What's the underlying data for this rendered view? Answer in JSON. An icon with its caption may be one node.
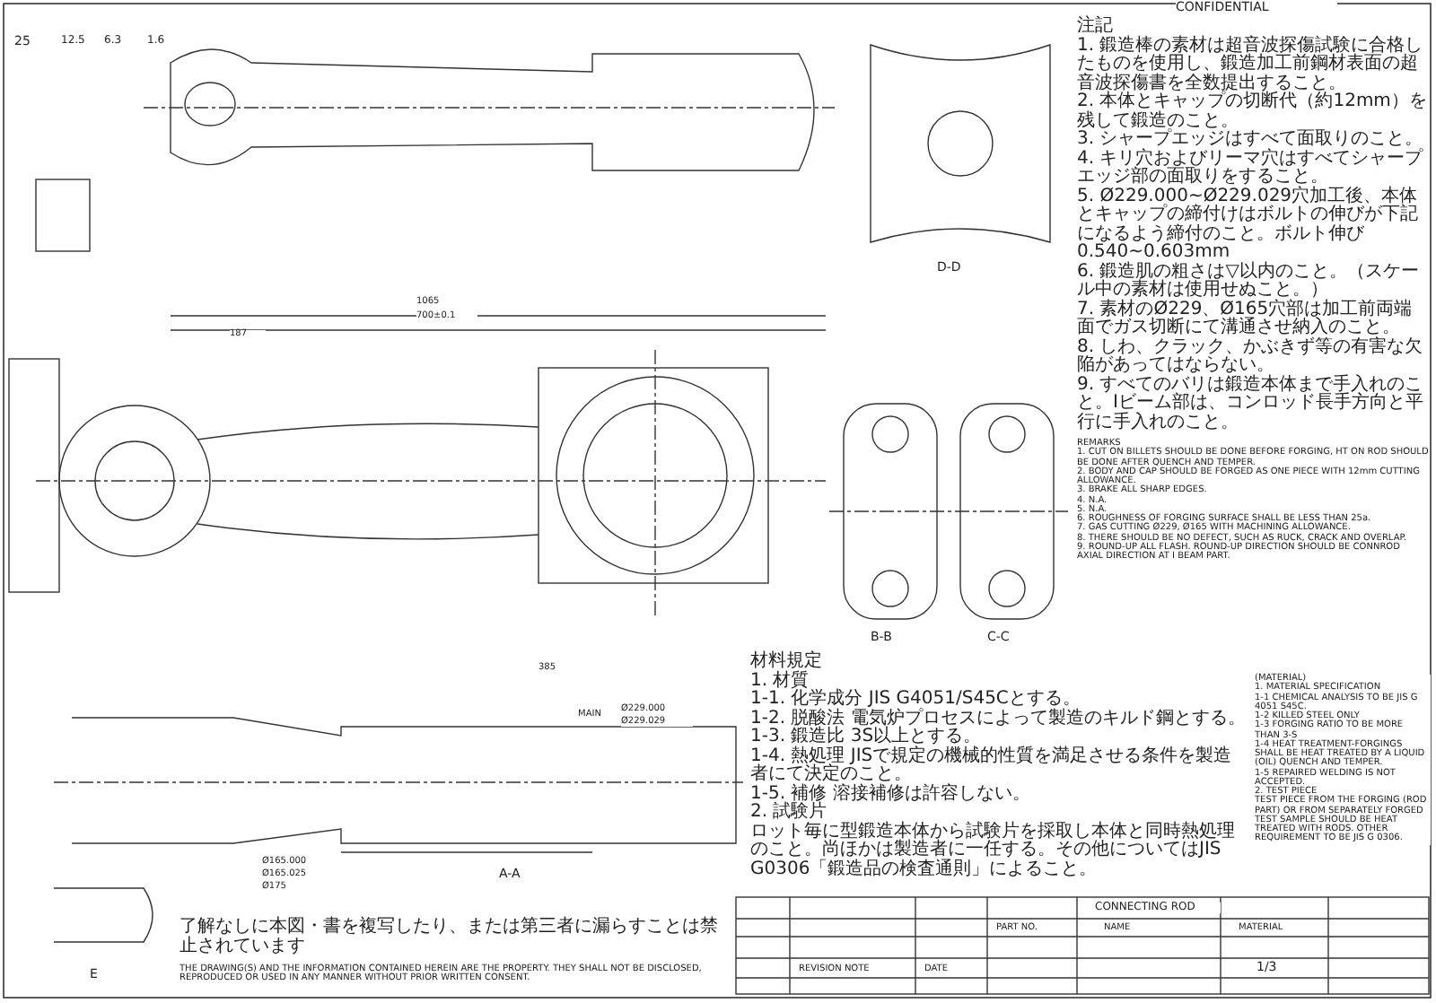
{
  "diagram": {
    "labels": [
      "25",
      "12.5",
      "6.3",
      "1.6",
      "CONFIDENTIAL",
      "注記",
      "1. 鍛造棒の素材は超音波探傷試験に合格したものを使用し、鍛造加工前鋼材表面の超音波探傷書を全数提出すること。",
      "2. 本体とキャップの切断代（約12mm）を残して鍛造のこと。",
      "3. シャープエッジはすべて面取りのこと。",
      "4. キリ穴およびリーマ穴はすべてシャープエッジ部の面取りをすること。",
      "5. Ø229.000~Ø229.029穴加工後、本体とキャップの締付けはボルトの伸びが下記になるよう締付のこと。ボルト伸び 0.540~0.603mm",
      "6. 鍛造肌の粗さは▽以内のこと。（スケール中の素材は使用せぬこと。）",
      "7. 素材のØ229、Ø165穴部は加工前両端面でガス切断にて溝通させ納入のこと。",
      "8. しわ、クラック、かぶきず等の有害な欠陥があってはならない。",
      "9. すべてのバリは鍛造本体まで手入れのこと。Iビーム部は、コンロッド長手方向と平行に手入れのこと。",
      "REMARKS",
      "1. CUT ON BILLETS SHOULD BE DONE BEFORE FORGING, HT ON ROD SHOULD BE DONE AFTER QUENCH AND TEMPER.",
      "2. BODY AND CAP SHOULD BE FORGED AS ONE PIECE WITH 12mm CUTTING ALLOWANCE.",
      "3. BRAKE ALL SHARP EDGES.",
      "4. N.A.",
      "5. N.A.",
      "6. ROUGHNESS OF FORGING SURFACE SHALL BE LESS THAN 25a.",
      "7. GAS CUTTING Ø229, Ø165 WITH MACHINING ALLOWANCE.",
      "8. THERE SHOULD BE NO DEFECT, SUCH AS RUCK, CRACK AND OVERLAP.",
      "9. ROUND-UP ALL FLASH. ROUND-UP DIRECTION SHOULD BE CONNROD AXIAL DIRECTION AT I BEAM PART.",
      "D-D",
      "1065",
      "700±0.1",
      "187",
      "385",
      "MAIN",
      "Ø229.000",
      "Ø229.029",
      "Ø165.000",
      "Ø165.025",
      "Ø175",
      "B-B",
      "C-C",
      "A-A",
      "E",
      "材料規定",
      "1. 材質",
      "1-1. 化学成分 JIS G4051/S45Cとする。",
      "1-2. 脱酸法 電気炉プロセスによって製造のキルド鋼とする。",
      "1-3. 鍛造比 3S以上とする。",
      "1-4. 熱処理 JISで規定の機械的性質を満足させる条件を製造者にて決定のこと。",
      "1-5. 補修 溶接補修は許容しない。",
      "2. 試験片",
      "ロット毎に型鍛造本体から試験片を採取し本体と同時熱処理のこと。尚ほかは製造者に一任する。その他についてはJIS G0306「鍛造品の検査通則」によること。",
      "(MATERIAL)",
      "1. MATERIAL SPECIFICATION",
      "1-1 CHEMICAL ANALYSIS TO BE JIS G 4051 S45C.",
      "1-2 KILLED STEEL ONLY",
      "1-3 FORGING RATIO TO BE MORE THAN 3-S",
      "1-4 HEAT TREATMENT-FORGINGS SHALL BE HEAT TREATED BY A LIQUID (OIL) QUENCH AND TEMPER.",
      "1-5 REPAIRED WELDING IS NOT ACCEPTED.",
      "2. TEST PIECE",
      "TEST PIECE FROM THE FORGING (ROD PART) OR FROM SEPARATELY FORGED TEST SAMPLE SHOULD BE HEAT TREATED WITH RODS. OTHER REQUIREMENT TO BE JIS G 0306.",
      "CONNECTING ROD",
      "PART NO.",
      "NAME",
      "MATERIAL",
      "REVISION NOTE",
      "DATE",
      "1/3",
      "了解なしに本図・書を複写したり、または第三者に漏らすことは禁止されています",
      "THE DRAWING(S) AND THE INFORMATION CONTAINED HEREIN ARE THE PROPERTY. THEY SHALL NOT BE DISCLOSED, REPRODUCED OR USED IN ANY MANNER WITHOUT PRIOR WRITTEN CONSENT."
    ]
  }
}
